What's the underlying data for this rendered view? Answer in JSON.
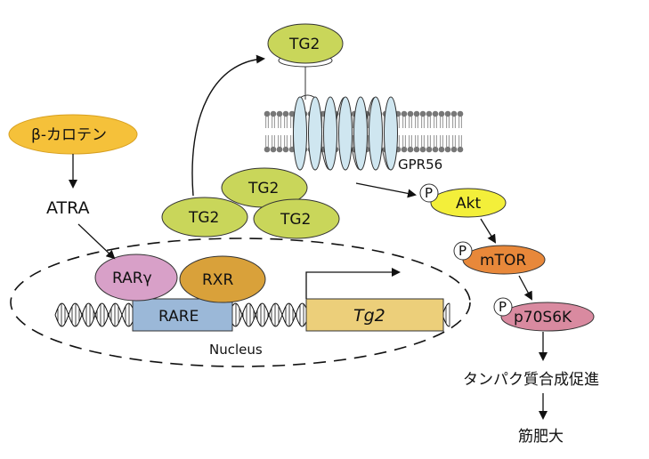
{
  "labels": {
    "beta_carotene": "β-カロテン",
    "atra": "ATRA",
    "rar_gamma": "RARγ",
    "rxr": "RXR",
    "rare": "RARE",
    "tg2_gene": "Tg2",
    "nucleus": "Nucleus",
    "tg2_top": "TG2",
    "tg2_a": "TG2",
    "tg2_b": "TG2",
    "tg2_c": "TG2",
    "gpr56": "GPR56",
    "akt": "Akt",
    "mtor": "mTOR",
    "p70s6k": "p70S6K",
    "phospho": "P",
    "protein_synthesis": "タンパク質合成促進",
    "hypertrophy": "筋肥大"
  },
  "colors": {
    "beta_carotene": "#f5c13a",
    "rar_gamma": "#d8a0c8",
    "rxr": "#d9a13a",
    "rare": "#9bb8d8",
    "tg2_gene": "#eccf7a",
    "tg2": "#c9d65a",
    "receptor": "#cfe6f0",
    "akt": "#f3ef3a",
    "mtor": "#e8883a",
    "p70s6k": "#d98aa0",
    "membrane": "#777777"
  }
}
